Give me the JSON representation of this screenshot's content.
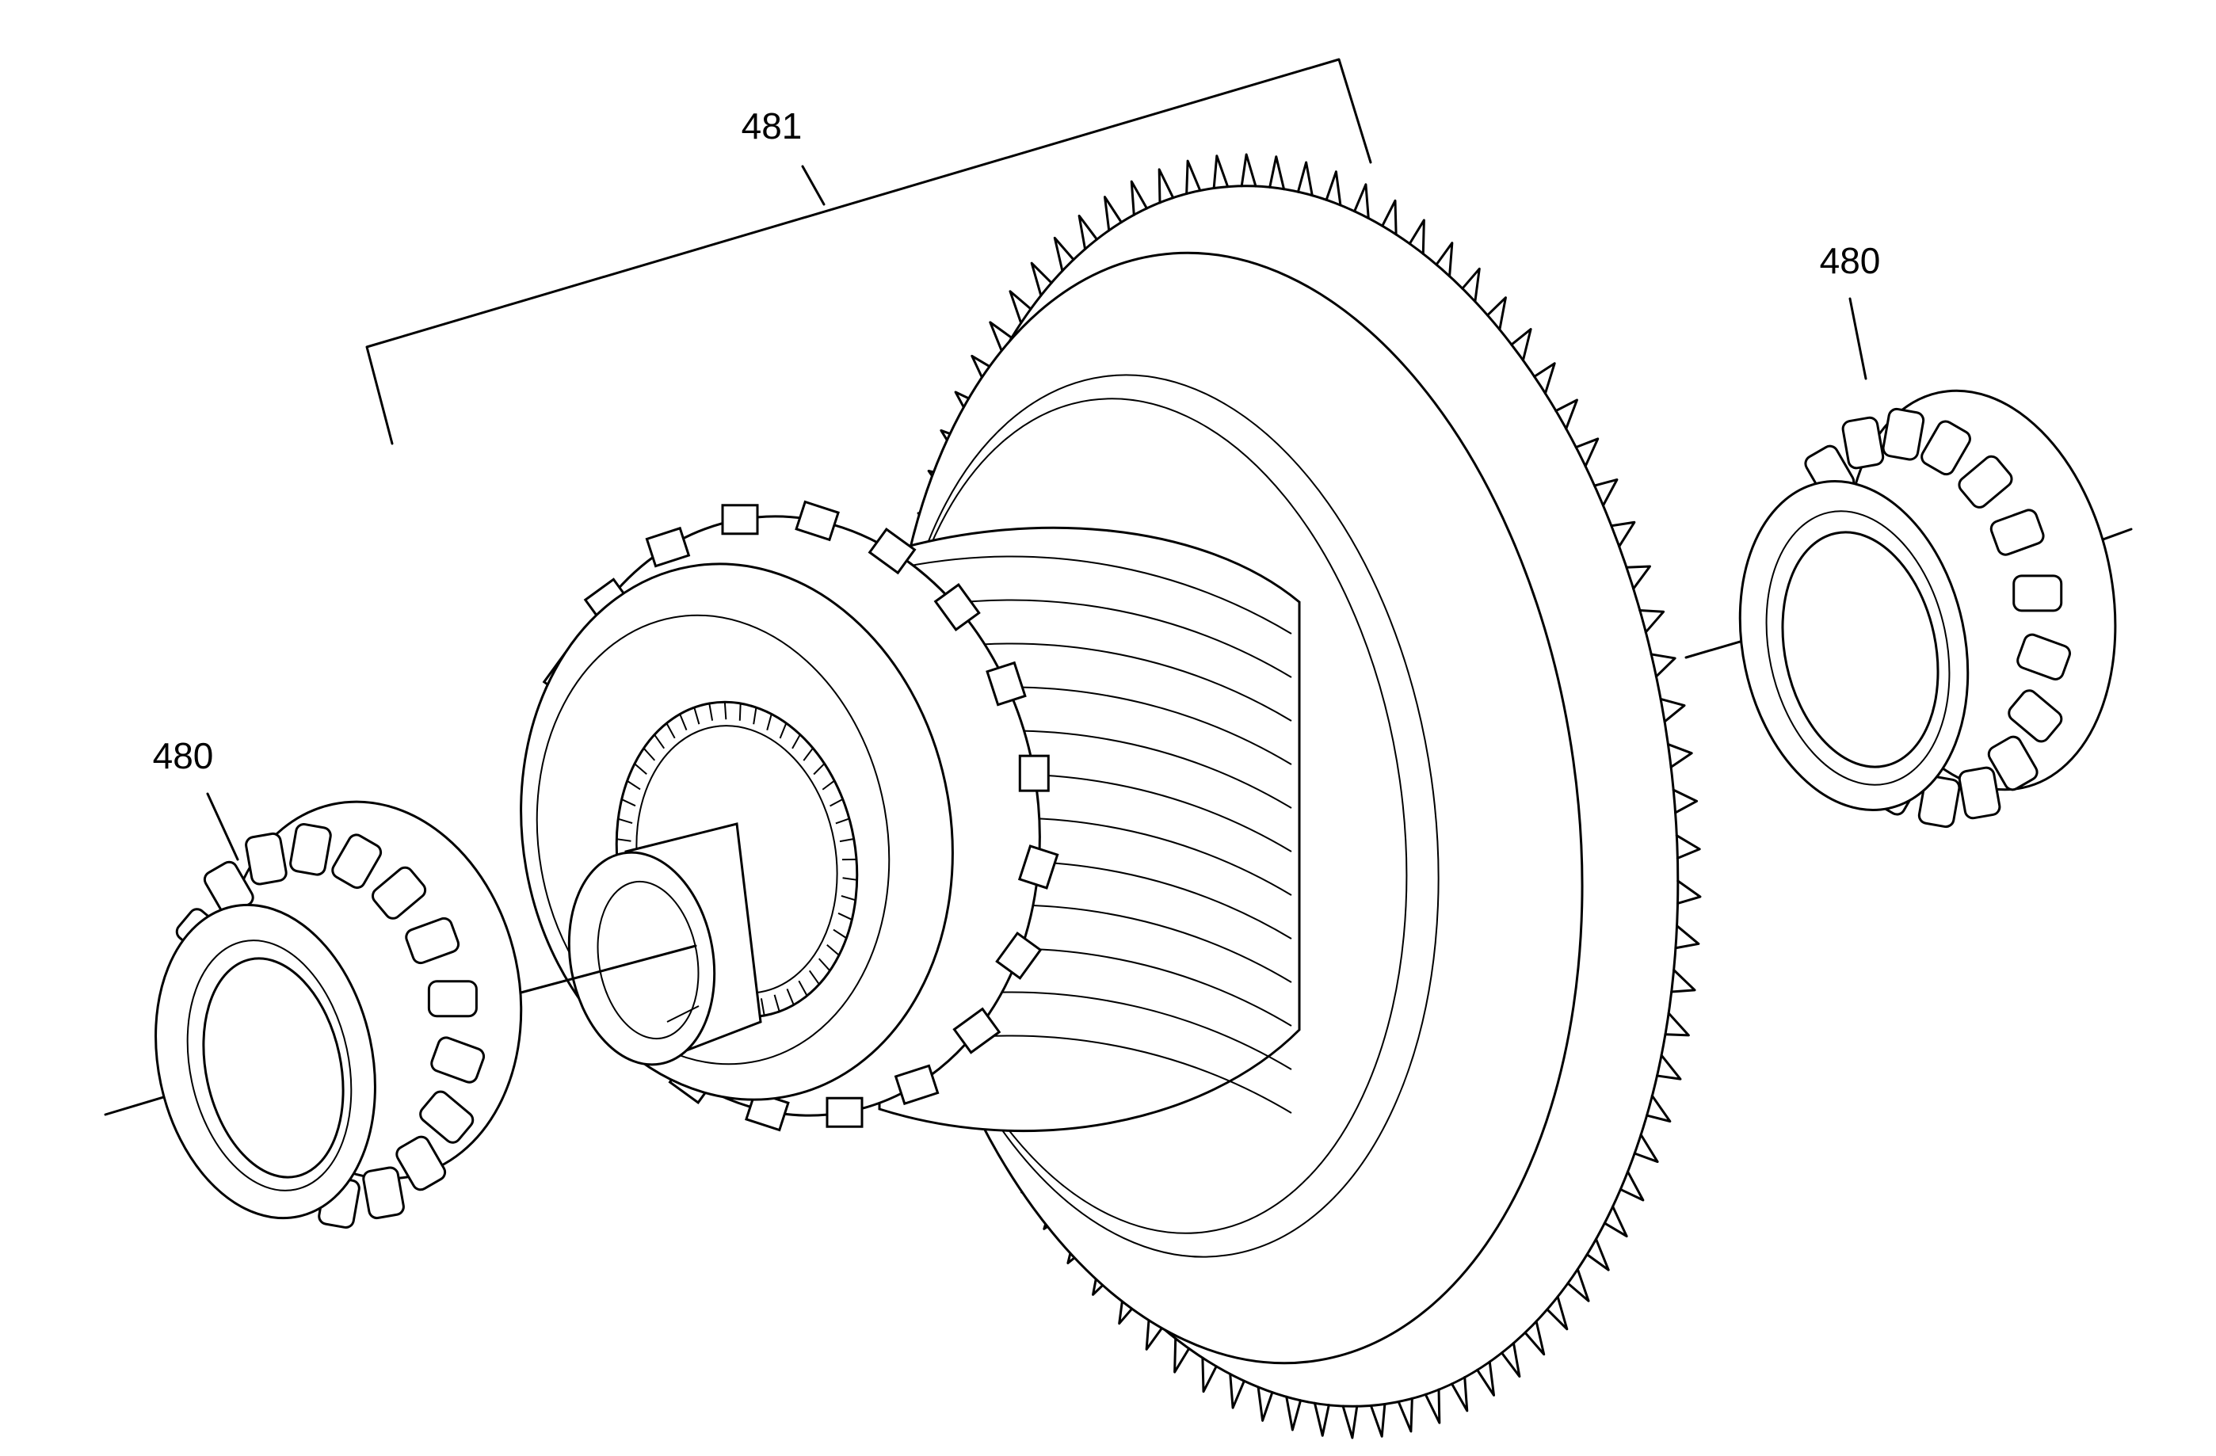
{
  "callouts": {
    "assembly_label": "481",
    "left_bearing_label": "480",
    "right_bearing_label": "480"
  },
  "parts": {
    "assembly": "gear-shaft-assembly",
    "left_bearing": "tapered-roller-bearing",
    "right_bearing": "tapered-roller-bearing"
  },
  "colors": {
    "line": "#000000",
    "background": "#ffffff"
  }
}
